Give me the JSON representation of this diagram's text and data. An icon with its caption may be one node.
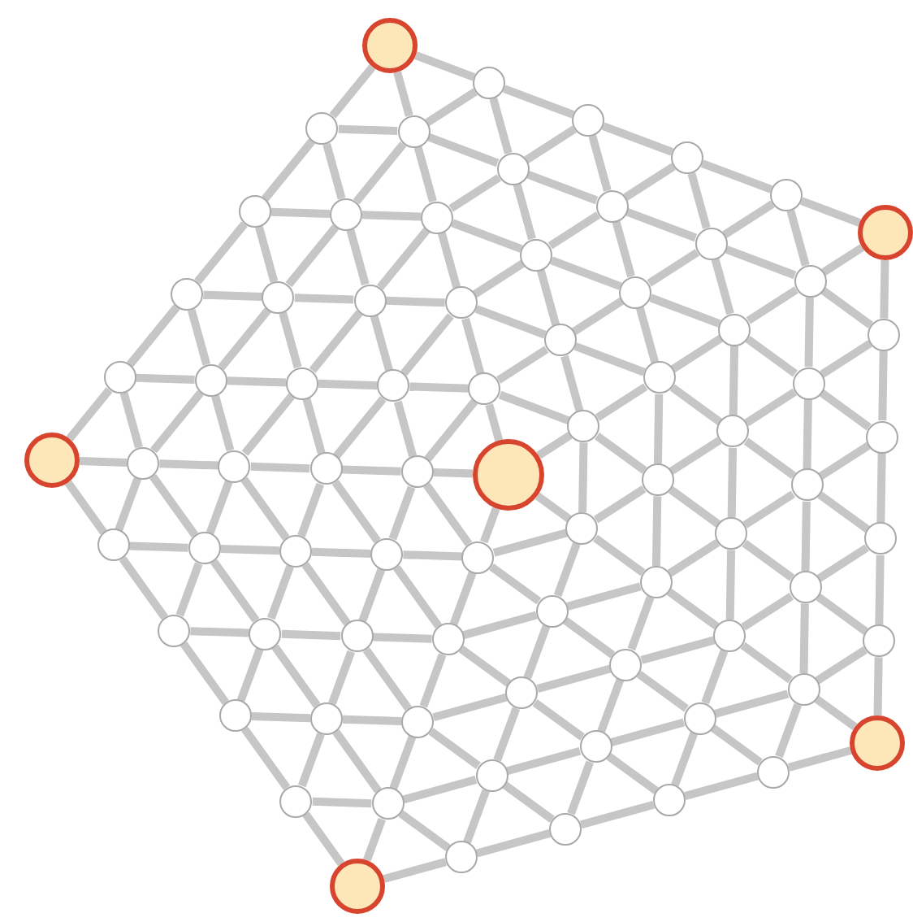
{
  "diagram": {
    "nodes": [
      {
        "text": [],
        "shape": "circle"
      },
      {
        "text": [],
        "shape": "circle"
      },
      {
        "text": [],
        "shape": "circle"
      },
      {
        "text": [],
        "shape": "circle"
      },
      {
        "text": [],
        "shape": "circle"
      },
      {
        "text": [],
        "shape": "circle"
      },
      {
        "text": [],
        "shape": "circle"
      },
      {
        "text": [],
        "shape": "circle"
      },
      {
        "text": [],
        "shape": "circle"
      },
      {
        "text": [],
        "shape": "circle"
      },
      {
        "text": [],
        "shape": "circle"
      },
      {
        "text": [],
        "shape": "circle"
      },
      {
        "text": [],
        "shape": "circle"
      },
      {
        "text": [],
        "shape": "circle"
      },
      {
        "text": [],
        "shape": "circle"
      },
      {
        "text": [],
        "shape": "circle"
      },
      {
        "text": [],
        "shape": "circle"
      },
      {
        "text": [],
        "shape": "circle"
      },
      {
        "text": [],
        "shape": "circle"
      },
      {
        "text": [],
        "shape": "circle"
      },
      {
        "text": [],
        "shape": "circle"
      },
      {
        "text": [],
        "shape": "circle"
      },
      {
        "text": [],
        "shape": "circle"
      },
      {
        "text": [],
        "shape": "circle"
      },
      {
        "text": [],
        "shape": "circle"
      },
      {
        "text": [],
        "shape": "circle"
      },
      {
        "text": [],
        "shape": "circle"
      },
      {
        "text": [],
        "shape": "circle"
      },
      {
        "text": [],
        "shape": "circle"
      },
      {
        "text": [],
        "shape": "circle"
      },
      {
        "text": [],
        "shape": "circle"
      },
      {
        "text": [],
        "shape": "circle"
      },
      {
        "text": [],
        "shape": "circle"
      },
      {
        "text": [],
        "shape": "circle"
      },
      {
        "text": [],
        "shape": "circle"
      },
      {
        "text": [],
        "shape": "circle"
      },
      {
        "text": [],
        "shape": "circle"
      },
      {
        "text": [],
        "shape": "circle"
      },
      {
        "text": [],
        "shape": "circle"
      },
      {
        "text": [],
        "shape": "circle"
      },
      {
        "text": [],
        "shape": "circle"
      },
      {
        "text": [],
        "shape": "circle"
      },
      {
        "text": [],
        "shape": "circle"
      },
      {
        "text": [],
        "shape": "circle"
      },
      {
        "text": [],
        "shape": "circle"
      },
      {
        "text": [],
        "shape": "circle"
      },
      {
        "text": [],
        "shape": "circle"
      },
      {
        "text": [],
        "shape": "circle"
      },
      {
        "text": [],
        "shape": "circle"
      },
      {
        "text": [],
        "shape": "circle"
      },
      {
        "text": [],
        "shape": "circle"
      },
      {
        "text": [],
        "shape": "circle"
      },
      {
        "text": [],
        "shape": "circle"
      },
      {
        "text": [],
        "shape": "circle"
      },
      {
        "text": [],
        "shape": "circle"
      },
      {
        "text": [],
        "shape": "circle"
      },
      {
        "text": [],
        "shape": "circle"
      },
      {
        "text": [],
        "shape": "circle"
      },
      {
        "text": [],
        "shape": "circle"
      },
      {
        "text": [],
        "shape": "circle"
      },
      {
        "text": [],
        "shape": "circle"
      },
      {
        "text": [],
        "shape": "circle"
      },
      {
        "text": [],
        "shape": "circle"
      },
      {
        "text": [],
        "shape": "circle"
      },
      {
        "text": [],
        "shape": "circle"
      },
      {
        "text": [],
        "shape": "circle"
      },
      {
        "text": [],
        "shape": "circle"
      },
      {
        "text": [],
        "shape": "circle"
      },
      {
        "text": [],
        "shape": "circle"
      },
      {
        "text": [],
        "shape": "circle"
      },
      {
        "text": [],
        "shape": "circle"
      },
      {
        "text": [],
        "shape": "circle"
      },
      {
        "text": [],
        "shape": "circle"
      },
      {
        "text": [],
        "shape": "circle"
      },
      {
        "text": [],
        "shape": "circle"
      },
      {
        "text": [],
        "shape": "circle"
      }
    ],
    "edges": [
      {
        "from": 0,
        "to": 1,
        "arrow": "none"
      },
      {
        "from": 0,
        "to": 2,
        "arrow": "none"
      },
      {
        "from": 0,
        "to": 3,
        "arrow": "none"
      },
      {
        "from": 0,
        "to": 4,
        "arrow": "none"
      },
      {
        "from": 0,
        "to": 5,
        "arrow": "none"
      },
      {
        "from": 1,
        "to": 2,
        "arrow": "none"
      },
      {
        "from": 2,
        "to": 3,
        "arrow": "none"
      },
      {
        "from": 3,
        "to": 4,
        "arrow": "none"
      },
      {
        "from": 4,
        "to": 5,
        "arrow": "none"
      },
      {
        "from": 5,
        "to": 1,
        "arrow": "none"
      },
      {
        "from": 6,
        "to": 7,
        "arrow": "none"
      },
      {
        "from": 7,
        "to": 8,
        "arrow": "none"
      },
      {
        "from": 8,
        "to": 9,
        "arrow": "none"
      },
      {
        "from": 9,
        "to": 10,
        "arrow": "none"
      },
      {
        "from": 10,
        "to": 11,
        "arrow": "none"
      },
      {
        "from": 11,
        "to": 12,
        "arrow": "none"
      },
      {
        "from": 12,
        "to": 13,
        "arrow": "none"
      },
      {
        "from": 13,
        "to": 14,
        "arrow": "none"
      },
      {
        "from": 14,
        "to": 15,
        "arrow": "none"
      },
      {
        "from": 15,
        "to": 6,
        "arrow": "none"
      },
      {
        "from": 16,
        "to": 17,
        "arrow": "none"
      },
      {
        "from": 17,
        "to": 18,
        "arrow": "none"
      },
      {
        "from": 18,
        "to": 19,
        "arrow": "none"
      },
      {
        "from": 19,
        "to": 20,
        "arrow": "none"
      },
      {
        "from": 20,
        "to": 21,
        "arrow": "none"
      },
      {
        "from": 21,
        "to": 22,
        "arrow": "none"
      },
      {
        "from": 22,
        "to": 23,
        "arrow": "none"
      },
      {
        "from": 23,
        "to": 24,
        "arrow": "none"
      },
      {
        "from": 24,
        "to": 25,
        "arrow": "none"
      },
      {
        "from": 25,
        "to": 26,
        "arrow": "none"
      },
      {
        "from": 26,
        "to": 27,
        "arrow": "none"
      },
      {
        "from": 27,
        "to": 28,
        "arrow": "none"
      },
      {
        "from": 28,
        "to": 29,
        "arrow": "none"
      },
      {
        "from": 29,
        "to": 30,
        "arrow": "none"
      },
      {
        "from": 30,
        "to": 16,
        "arrow": "none"
      },
      {
        "from": 31,
        "to": 32,
        "arrow": "none"
      },
      {
        "from": 32,
        "to": 33,
        "arrow": "none"
      },
      {
        "from": 33,
        "to": 34,
        "arrow": "none"
      },
      {
        "from": 34,
        "to": 35,
        "arrow": "none"
      },
      {
        "from": 35,
        "to": 36,
        "arrow": "none"
      },
      {
        "from": 36,
        "to": 37,
        "arrow": "none"
      },
      {
        "from": 37,
        "to": 38,
        "arrow": "none"
      },
      {
        "from": 38,
        "to": 39,
        "arrow": "none"
      },
      {
        "from": 39,
        "to": 40,
        "arrow": "none"
      },
      {
        "from": 40,
        "to": 41,
        "arrow": "none"
      },
      {
        "from": 41,
        "to": 42,
        "arrow": "none"
      },
      {
        "from": 42,
        "to": 43,
        "arrow": "none"
      },
      {
        "from": 43,
        "to": 44,
        "arrow": "none"
      },
      {
        "from": 44,
        "to": 45,
        "arrow": "none"
      },
      {
        "from": 45,
        "to": 46,
        "arrow": "none"
      },
      {
        "from": 46,
        "to": 47,
        "arrow": "none"
      },
      {
        "from": 47,
        "to": 48,
        "arrow": "none"
      },
      {
        "from": 48,
        "to": 49,
        "arrow": "none"
      },
      {
        "from": 49,
        "to": 50,
        "arrow": "none"
      },
      {
        "from": 50,
        "to": 31,
        "arrow": "none"
      },
      {
        "from": 51,
        "to": 52,
        "arrow": "none"
      },
      {
        "from": 52,
        "to": 53,
        "arrow": "none"
      },
      {
        "from": 53,
        "to": 54,
        "arrow": "none"
      },
      {
        "from": 54,
        "to": 55,
        "arrow": "none"
      },
      {
        "from": 55,
        "to": 56,
        "arrow": "none"
      },
      {
        "from": 56,
        "to": 57,
        "arrow": "none"
      },
      {
        "from": 57,
        "to": 58,
        "arrow": "none"
      },
      {
        "from": 58,
        "to": 59,
        "arrow": "none"
      },
      {
        "from": 59,
        "to": 60,
        "arrow": "none"
      },
      {
        "from": 60,
        "to": 61,
        "arrow": "none"
      },
      {
        "from": 61,
        "to": 62,
        "arrow": "none"
      },
      {
        "from": 62,
        "to": 63,
        "arrow": "none"
      },
      {
        "from": 63,
        "to": 64,
        "arrow": "none"
      },
      {
        "from": 64,
        "to": 65,
        "arrow": "none"
      },
      {
        "from": 65,
        "to": 66,
        "arrow": "none"
      },
      {
        "from": 66,
        "to": 67,
        "arrow": "none"
      },
      {
        "from": 67,
        "to": 68,
        "arrow": "none"
      },
      {
        "from": 68,
        "to": 69,
        "arrow": "none"
      },
      {
        "from": 69,
        "to": 70,
        "arrow": "none"
      },
      {
        "from": 70,
        "to": 71,
        "arrow": "none"
      },
      {
        "from": 71,
        "to": 72,
        "arrow": "none"
      },
      {
        "from": 72,
        "to": 73,
        "arrow": "none"
      },
      {
        "from": 73,
        "to": 74,
        "arrow": "none"
      },
      {
        "from": 74,
        "to": 75,
        "arrow": "none"
      },
      {
        "from": 75,
        "to": 51,
        "arrow": "none"
      },
      {
        "from": 1,
        "to": 6,
        "arrow": "none"
      },
      {
        "from": 1,
        "to": 7,
        "arrow": "none"
      },
      {
        "from": 1,
        "to": 15,
        "arrow": "none"
      },
      {
        "from": 2,
        "to": 8,
        "arrow": "none"
      },
      {
        "from": 2,
        "to": 9,
        "arrow": "none"
      },
      {
        "from": 2,
        "to": 7,
        "arrow": "none"
      },
      {
        "from": 3,
        "to": 10,
        "arrow": "none"
      },
      {
        "from": 3,
        "to": 11,
        "arrow": "none"
      },
      {
        "from": 3,
        "to": 9,
        "arrow": "none"
      },
      {
        "from": 4,
        "to": 12,
        "arrow": "none"
      },
      {
        "from": 4,
        "to": 13,
        "arrow": "none"
      },
      {
        "from": 4,
        "to": 11,
        "arrow": "none"
      },
      {
        "from": 5,
        "to": 14,
        "arrow": "none"
      },
      {
        "from": 5,
        "to": 15,
        "arrow": "none"
      },
      {
        "from": 5,
        "to": 13,
        "arrow": "none"
      },
      {
        "from": 6,
        "to": 16,
        "arrow": "none"
      },
      {
        "from": 6,
        "to": 17,
        "arrow": "none"
      },
      {
        "from": 6,
        "to": 30,
        "arrow": "none"
      },
      {
        "from": 7,
        "to": 17,
        "arrow": "none"
      },
      {
        "from": 7,
        "to": 18,
        "arrow": "none"
      },
      {
        "from": 8,
        "to": 19,
        "arrow": "none"
      },
      {
        "from": 8,
        "to": 20,
        "arrow": "none"
      },
      {
        "from": 8,
        "to": 18,
        "arrow": "none"
      },
      {
        "from": 9,
        "to": 20,
        "arrow": "none"
      },
      {
        "from": 9,
        "to": 21,
        "arrow": "none"
      },
      {
        "from": 10,
        "to": 22,
        "arrow": "none"
      },
      {
        "from": 10,
        "to": 23,
        "arrow": "none"
      },
      {
        "from": 10,
        "to": 21,
        "arrow": "none"
      },
      {
        "from": 11,
        "to": 23,
        "arrow": "none"
      },
      {
        "from": 11,
        "to": 24,
        "arrow": "none"
      },
      {
        "from": 12,
        "to": 25,
        "arrow": "none"
      },
      {
        "from": 12,
        "to": 26,
        "arrow": "none"
      },
      {
        "from": 12,
        "to": 24,
        "arrow": "none"
      },
      {
        "from": 13,
        "to": 26,
        "arrow": "none"
      },
      {
        "from": 13,
        "to": 27,
        "arrow": "none"
      },
      {
        "from": 14,
        "to": 28,
        "arrow": "none"
      },
      {
        "from": 14,
        "to": 29,
        "arrow": "none"
      },
      {
        "from": 14,
        "to": 27,
        "arrow": "none"
      },
      {
        "from": 15,
        "to": 29,
        "arrow": "none"
      },
      {
        "from": 15,
        "to": 30,
        "arrow": "none"
      },
      {
        "from": 16,
        "to": 31,
        "arrow": "none"
      },
      {
        "from": 16,
        "to": 32,
        "arrow": "none"
      },
      {
        "from": 16,
        "to": 50,
        "arrow": "none"
      },
      {
        "from": 17,
        "to": 32,
        "arrow": "none"
      },
      {
        "from": 17,
        "to": 33,
        "arrow": "none"
      },
      {
        "from": 18,
        "to": 33,
        "arrow": "none"
      },
      {
        "from": 18,
        "to": 34,
        "arrow": "none"
      },
      {
        "from": 19,
        "to": 35,
        "arrow": "none"
      },
      {
        "from": 19,
        "to": 36,
        "arrow": "none"
      },
      {
        "from": 19,
        "to": 34,
        "arrow": "none"
      },
      {
        "from": 20,
        "to": 36,
        "arrow": "none"
      },
      {
        "from": 20,
        "to": 37,
        "arrow": "none"
      },
      {
        "from": 21,
        "to": 37,
        "arrow": "none"
      },
      {
        "from": 21,
        "to": 38,
        "arrow": "none"
      },
      {
        "from": 22,
        "to": 39,
        "arrow": "none"
      },
      {
        "from": 22,
        "to": 40,
        "arrow": "none"
      },
      {
        "from": 22,
        "to": 38,
        "arrow": "none"
      },
      {
        "from": 23,
        "to": 40,
        "arrow": "none"
      },
      {
        "from": 23,
        "to": 41,
        "arrow": "none"
      },
      {
        "from": 24,
        "to": 41,
        "arrow": "none"
      },
      {
        "from": 24,
        "to": 42,
        "arrow": "none"
      },
      {
        "from": 25,
        "to": 43,
        "arrow": "none"
      },
      {
        "from": 25,
        "to": 44,
        "arrow": "none"
      },
      {
        "from": 25,
        "to": 42,
        "arrow": "none"
      },
      {
        "from": 26,
        "to": 44,
        "arrow": "none"
      },
      {
        "from": 26,
        "to": 45,
        "arrow": "none"
      },
      {
        "from": 27,
        "to": 45,
        "arrow": "none"
      },
      {
        "from": 27,
        "to": 46,
        "arrow": "none"
      },
      {
        "from": 28,
        "to": 47,
        "arrow": "none"
      },
      {
        "from": 28,
        "to": 48,
        "arrow": "none"
      },
      {
        "from": 28,
        "to": 46,
        "arrow": "none"
      },
      {
        "from": 29,
        "to": 48,
        "arrow": "none"
      },
      {
        "from": 29,
        "to": 49,
        "arrow": "none"
      },
      {
        "from": 30,
        "to": 49,
        "arrow": "none"
      },
      {
        "from": 30,
        "to": 50,
        "arrow": "none"
      },
      {
        "from": 31,
        "to": 51,
        "arrow": "none"
      },
      {
        "from": 31,
        "to": 52,
        "arrow": "none"
      },
      {
        "from": 31,
        "to": 75,
        "arrow": "none"
      },
      {
        "from": 32,
        "to": 52,
        "arrow": "none"
      },
      {
        "from": 32,
        "to": 53,
        "arrow": "none"
      },
      {
        "from": 33,
        "to": 53,
        "arrow": "none"
      },
      {
        "from": 33,
        "to": 54,
        "arrow": "none"
      },
      {
        "from": 34,
        "to": 54,
        "arrow": "none"
      },
      {
        "from": 34,
        "to": 55,
        "arrow": "none"
      },
      {
        "from": 35,
        "to": 56,
        "arrow": "none"
      },
      {
        "from": 35,
        "to": 57,
        "arrow": "none"
      },
      {
        "from": 35,
        "to": 55,
        "arrow": "none"
      },
      {
        "from": 36,
        "to": 57,
        "arrow": "none"
      },
      {
        "from": 36,
        "to": 58,
        "arrow": "none"
      },
      {
        "from": 37,
        "to": 58,
        "arrow": "none"
      },
      {
        "from": 37,
        "to": 59,
        "arrow": "none"
      },
      {
        "from": 38,
        "to": 59,
        "arrow": "none"
      },
      {
        "from": 38,
        "to": 60,
        "arrow": "none"
      },
      {
        "from": 39,
        "to": 61,
        "arrow": "none"
      },
      {
        "from": 39,
        "to": 62,
        "arrow": "none"
      },
      {
        "from": 39,
        "to": 60,
        "arrow": "none"
      },
      {
        "from": 40,
        "to": 62,
        "arrow": "none"
      },
      {
        "from": 40,
        "to": 63,
        "arrow": "none"
      },
      {
        "from": 41,
        "to": 63,
        "arrow": "none"
      },
      {
        "from": 41,
        "to": 64,
        "arrow": "none"
      },
      {
        "from": 42,
        "to": 64,
        "arrow": "none"
      },
      {
        "from": 42,
        "to": 65,
        "arrow": "none"
      },
      {
        "from": 43,
        "to": 66,
        "arrow": "none"
      },
      {
        "from": 43,
        "to": 67,
        "arrow": "none"
      },
      {
        "from": 43,
        "to": 65,
        "arrow": "none"
      },
      {
        "from": 44,
        "to": 67,
        "arrow": "none"
      },
      {
        "from": 44,
        "to": 68,
        "arrow": "none"
      },
      {
        "from": 45,
        "to": 68,
        "arrow": "none"
      },
      {
        "from": 45,
        "to": 69,
        "arrow": "none"
      },
      {
        "from": 46,
        "to": 69,
        "arrow": "none"
      },
      {
        "from": 46,
        "to": 70,
        "arrow": "none"
      },
      {
        "from": 47,
        "to": 71,
        "arrow": "none"
      },
      {
        "from": 47,
        "to": 72,
        "arrow": "none"
      },
      {
        "from": 47,
        "to": 70,
        "arrow": "none"
      },
      {
        "from": 48,
        "to": 72,
        "arrow": "none"
      },
      {
        "from": 48,
        "to": 73,
        "arrow": "none"
      },
      {
        "from": 49,
        "to": 73,
        "arrow": "none"
      },
      {
        "from": 49,
        "to": 74,
        "arrow": "none"
      },
      {
        "from": 50,
        "to": 74,
        "arrow": "none"
      },
      {
        "from": 50,
        "to": 75,
        "arrow": "none"
      }
    ]
  }
}
